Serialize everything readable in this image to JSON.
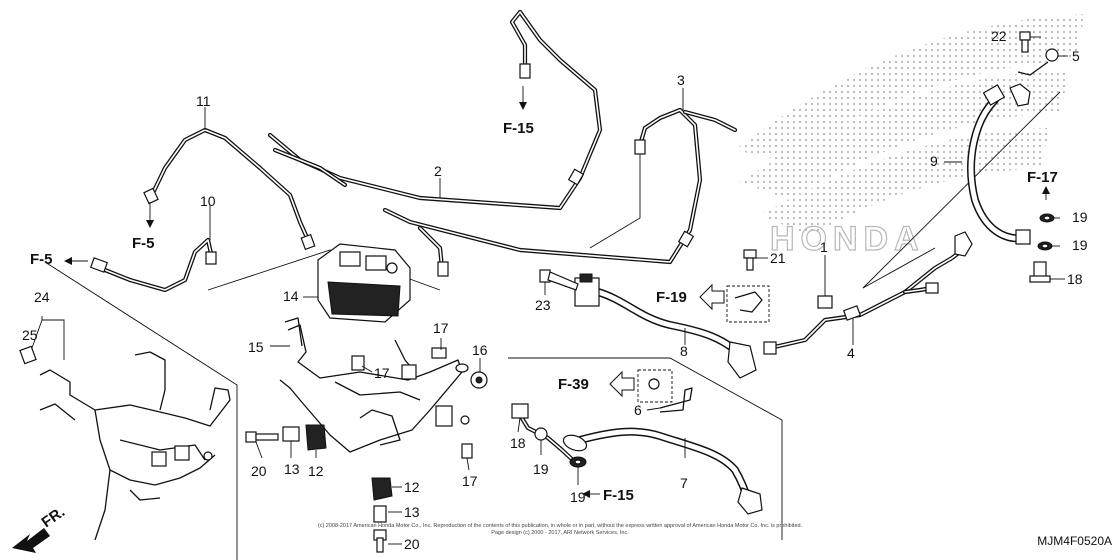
{
  "part_numbers": [
    {
      "id": "1",
      "label": "1"
    },
    {
      "id": "2",
      "label": "2"
    },
    {
      "id": "3",
      "label": "3"
    },
    {
      "id": "4",
      "label": "4"
    },
    {
      "id": "5",
      "label": "5"
    },
    {
      "id": "6",
      "label": "6"
    },
    {
      "id": "7",
      "label": "7"
    },
    {
      "id": "8",
      "label": "8"
    },
    {
      "id": "9",
      "label": "9"
    },
    {
      "id": "10",
      "label": "10"
    },
    {
      "id": "11",
      "label": "11"
    },
    {
      "id": "12a",
      "label": "12"
    },
    {
      "id": "12b",
      "label": "12"
    },
    {
      "id": "13a",
      "label": "13"
    },
    {
      "id": "13b",
      "label": "13"
    },
    {
      "id": "14",
      "label": "14"
    },
    {
      "id": "15",
      "label": "15"
    },
    {
      "id": "16",
      "label": "16"
    },
    {
      "id": "17a",
      "label": "17"
    },
    {
      "id": "17b",
      "label": "17"
    },
    {
      "id": "17c",
      "label": "17"
    },
    {
      "id": "18a",
      "label": "18"
    },
    {
      "id": "18b",
      "label": "18"
    },
    {
      "id": "19a",
      "label": "19"
    },
    {
      "id": "19b",
      "label": "19"
    },
    {
      "id": "19c",
      "label": "19"
    },
    {
      "id": "19d",
      "label": "19"
    },
    {
      "id": "20a",
      "label": "20"
    },
    {
      "id": "20b",
      "label": "20"
    },
    {
      "id": "21",
      "label": "21"
    },
    {
      "id": "22",
      "label": "22"
    },
    {
      "id": "23",
      "label": "23"
    },
    {
      "id": "24",
      "label": "24"
    },
    {
      "id": "25",
      "label": "25"
    }
  ],
  "section_refs": [
    {
      "id": "f15a",
      "label": "F-15"
    },
    {
      "id": "f5a",
      "label": "F-5"
    },
    {
      "id": "f5b",
      "label": "F-5"
    },
    {
      "id": "f17",
      "label": "F-17"
    },
    {
      "id": "f19",
      "label": "F-19"
    },
    {
      "id": "f39",
      "label": "F-39"
    },
    {
      "id": "f15b",
      "label": "F-15"
    }
  ],
  "direction_label": "FR.",
  "drawing_code": "MJM4F0520A",
  "copyright_lines": [
    "(c) 2008-2017 American Honda Motor Co., Inc. Reproduction of the contents of this publication, in whole or in part, without the express written approval of American Honda Motor Co. Inc. is prohibited.",
    "Page design (c) 2000 - 2017, ARI Network Services, Inc."
  ],
  "watermark_text": "HONDA",
  "colors": {
    "ink": "#111111",
    "watermark": "#b8b8b8",
    "background": "#ffffff"
  }
}
